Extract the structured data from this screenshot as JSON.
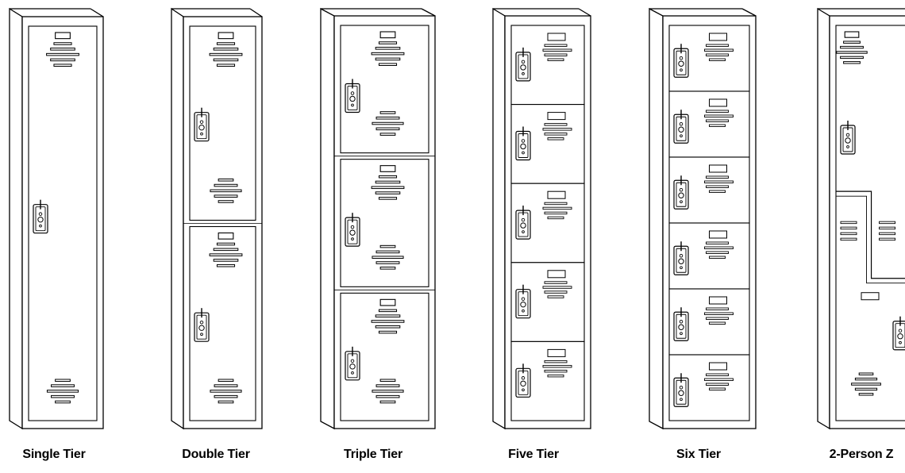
{
  "lockers": [
    {
      "label": "Single Tier",
      "kind": "tiers",
      "tiers": 1
    },
    {
      "label": "Double Tier",
      "kind": "tiers",
      "tiers": 2
    },
    {
      "label": "Triple Tier",
      "kind": "tiers",
      "tiers": 3
    },
    {
      "label": "Five Tier",
      "kind": "tiers",
      "tiers": 5
    },
    {
      "label": "Six Tier",
      "kind": "tiers",
      "tiers": 6
    },
    {
      "label": "2-Person Z",
      "kind": "z",
      "persons": 2
    }
  ],
  "colors": {
    "line": "#000000",
    "background": "#ffffff"
  }
}
